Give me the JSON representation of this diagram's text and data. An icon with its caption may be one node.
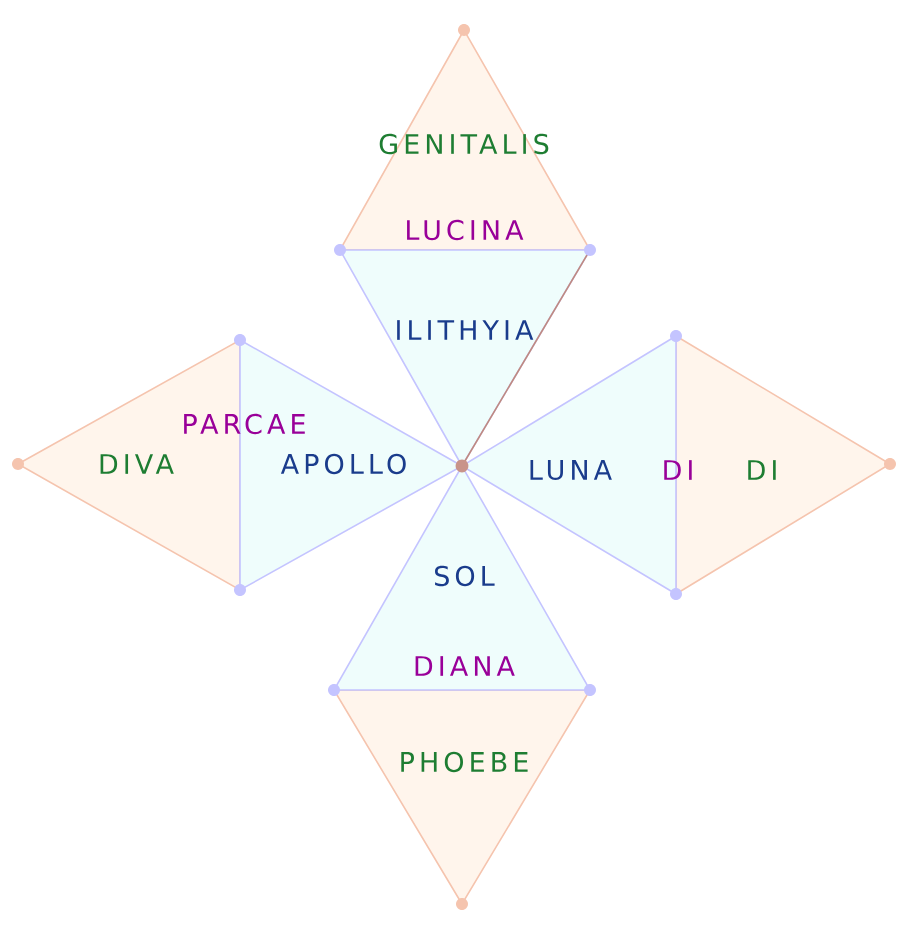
{
  "diagram": {
    "nodes": [
      {
        "text": [
          "GENITALIS"
        ]
      },
      {
        "text": [
          "ILITHYIA"
        ]
      },
      {
        "text": [
          "DIVA"
        ]
      },
      {
        "text": [
          "APOLLO"
        ]
      },
      {
        "text": [
          "LUNA"
        ]
      },
      {
        "text": [
          "DI"
        ]
      },
      {
        "text": [
          "SOL"
        ]
      },
      {
        "text": [
          "PHOEBE"
        ]
      }
    ],
    "labels": [
      "LUCINA",
      "PARCAE",
      "DI",
      "DIANA"
    ]
  }
}
